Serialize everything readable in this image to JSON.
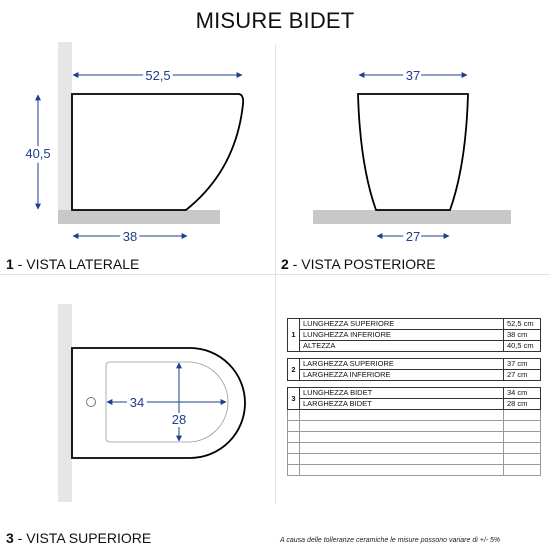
{
  "title": "MISURE BIDET",
  "views": {
    "side": {
      "number": "1",
      "label": " - VISTA LATERALE",
      "top_width": "52,5",
      "height": "40,5",
      "bottom_width": "38"
    },
    "rear": {
      "number": "2",
      "label": " - VISTA POSTERIORE",
      "top_width": "37",
      "bottom_width": "27"
    },
    "top": {
      "number": "3",
      "label": " - VISTA SUPERIORE",
      "length": "34",
      "width": "28"
    }
  },
  "table": {
    "groups": [
      {
        "id": "1",
        "rows": [
          {
            "label": "LUNGHEZZA SUPERIORE",
            "value": "52,5 cm"
          },
          {
            "label": "LUNGHEZZA INFERIORE",
            "value": "38 cm"
          },
          {
            "label": "ALTEZZA",
            "value": "40,5 cm"
          }
        ]
      },
      {
        "id": "2",
        "rows": [
          {
            "label": "LARGHEZZA SUPERIORE",
            "value": "37 cm"
          },
          {
            "label": "LARGHEZZA INFERIORE",
            "value": "27 cm"
          }
        ]
      },
      {
        "id": "3",
        "rows": [
          {
            "label": "LUNGHEZZA BIDET",
            "value": "34 cm"
          },
          {
            "label": "LARGHEZZA BIDET",
            "value": "28 cm"
          }
        ]
      }
    ]
  },
  "note": "A causa delle tolleranze ceramiche le misure possono variare di +/- 5%",
  "colors": {
    "dimension": "#1f3f8a",
    "wall": "#e6e6e6",
    "floor": "#c8c8c8"
  }
}
